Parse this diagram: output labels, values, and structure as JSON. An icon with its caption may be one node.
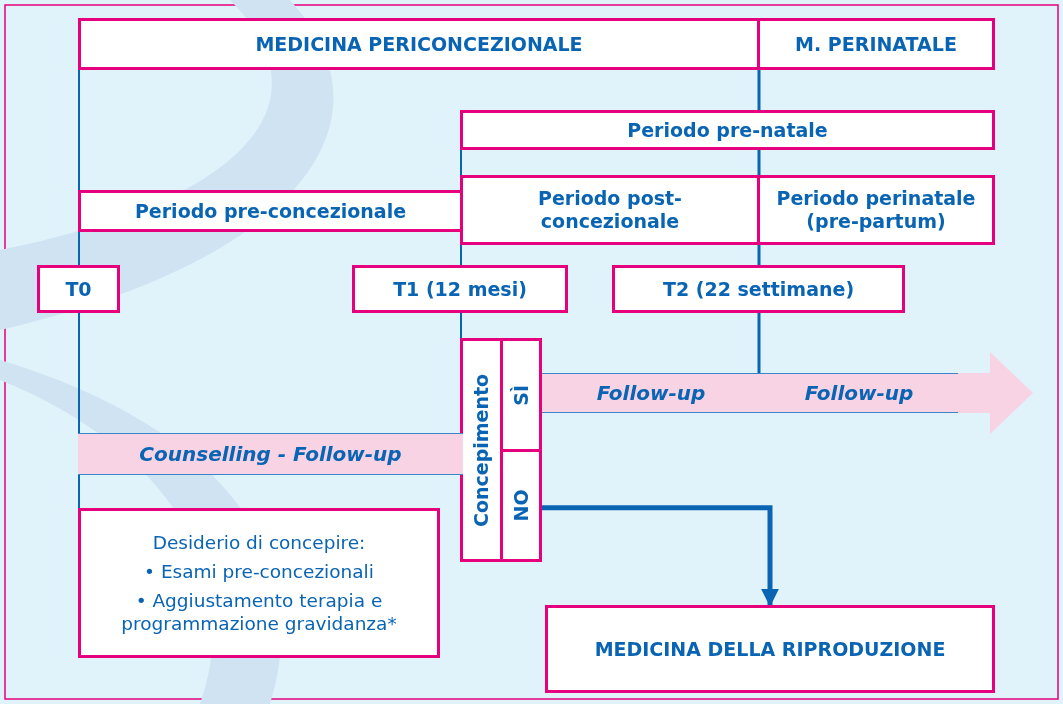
{
  "diagram": {
    "nodes": [
      {
        "text": [
          "MEDICINA PERICONCEZIONALE"
        ]
      },
      {
        "text": [
          "M. PERINATALE"
        ]
      },
      {
        "text": [
          "Periodo pre-natale"
        ]
      },
      {
        "text": [
          "Periodo pre-concezionale"
        ]
      },
      {
        "text": [
          "Periodo post-concezionale"
        ]
      },
      {
        "text": [
          "Periodo perinatale (pre-partum)"
        ]
      },
      {
        "text": [
          "T0"
        ]
      },
      {
        "text": [
          "T1 (12 mesi)"
        ]
      },
      {
        "text": [
          "T2 (22 settimane)"
        ]
      },
      {
        "text": [
          "Concepimento"
        ]
      },
      {
        "text": [
          "SÌ"
        ]
      },
      {
        "text": [
          "NO"
        ]
      },
      {
        "text": [
          "Follow-up"
        ]
      },
      {
        "text": [
          "Follow-up"
        ]
      },
      {
        "text": [
          "Counselling - Follow-up"
        ]
      },
      {
        "text": [
          "Desiderio di concepire:",
          "• Esami pre-concezionali",
          "• Aggiustamento terapia e programmazione gravidanza*"
        ]
      },
      {
        "text": [
          "MEDICINA DELLA RIPRODUZIONE"
        ]
      }
    ],
    "edges": [
      {
        "from": 0,
        "to": 3,
        "arrow": "none"
      },
      {
        "from": 3,
        "to": 6,
        "arrow": "none"
      },
      {
        "from": 6,
        "to": 14,
        "arrow": "none"
      },
      {
        "from": 14,
        "to": 15,
        "arrow": "none"
      },
      {
        "from": 2,
        "to": 4,
        "arrow": "none"
      },
      {
        "from": 4,
        "to": 7,
        "arrow": "none"
      },
      {
        "from": 7,
        "to": 9,
        "arrow": "none"
      },
      {
        "from": 1,
        "to": 2,
        "arrow": "none"
      },
      {
        "from": 2,
        "to": 5,
        "arrow": "none"
      },
      {
        "from": 5,
        "to": 8,
        "arrow": "none"
      },
      {
        "from": 8,
        "to": 13,
        "arrow": "none"
      },
      {
        "from": 13,
        "to": null,
        "arrow": "to",
        "style": "thick",
        "color": "#f8d3e4"
      },
      {
        "from": 11,
        "to": 16,
        "arrow": "to",
        "style": "thick"
      }
    ]
  }
}
